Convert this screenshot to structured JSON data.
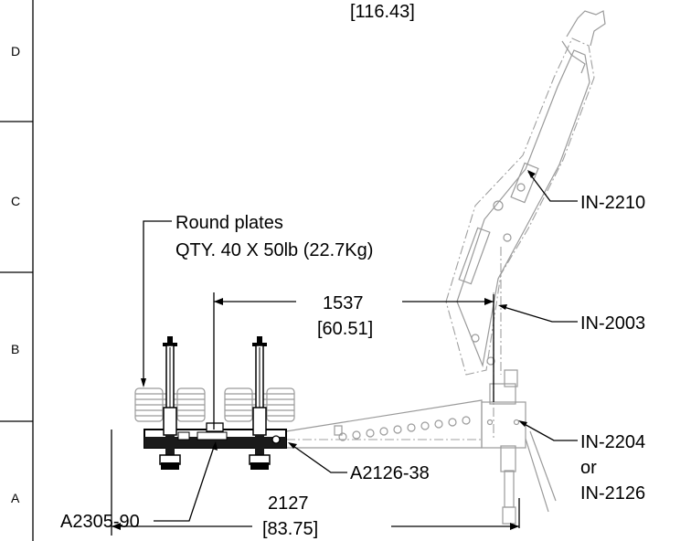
{
  "zones": [
    "D",
    "C",
    "B",
    "A"
  ],
  "dimensions": {
    "top": {
      "imperial": "[116.43]"
    },
    "middle": {
      "metric": "1537",
      "imperial": "[60.51]"
    },
    "bottom": {
      "metric": "2127",
      "imperial": "[83.75]"
    }
  },
  "callouts": {
    "plates": {
      "line1": "Round plates",
      "line2": "QTY. 40 X 50lb (22.7Kg)"
    },
    "in2210": "IN-2210",
    "in2003": "IN-2003",
    "in2204": {
      "line1": "IN-2204",
      "line2": "or",
      "line3": "IN-2126"
    },
    "a2126": "A2126-38",
    "a2305": "A2305-90"
  }
}
